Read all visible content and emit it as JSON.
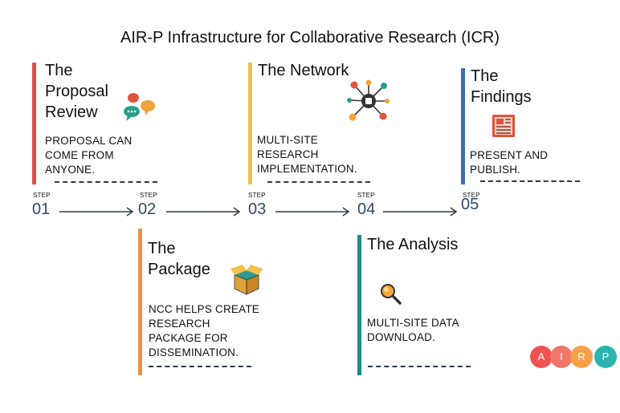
{
  "title": "AIR-P Infrastructure for Collaborative Research (ICR)",
  "steps": [
    {
      "label": "STEP",
      "number": "01",
      "heading_lines": [
        "The",
        "Proposal",
        "Review"
      ],
      "desc_lines": [
        "PROPOSAL CAN",
        "COME FROM",
        "ANYONE."
      ],
      "color": "#e05050",
      "icon": "chat-bubbles-icon"
    },
    {
      "label": "STEP",
      "number": "02",
      "heading_lines": [
        "The",
        "Package"
      ],
      "desc_lines": [
        "NCC HELPS CREATE",
        "RESEARCH",
        "PACKAGE FOR",
        "DISSEMINATION."
      ],
      "color": "#e8914a",
      "icon": "open-box-icon"
    },
    {
      "label": "STEP",
      "number": "03",
      "heading_lines": [
        "The Network"
      ],
      "desc_lines": [
        "MULTI-SITE",
        "RESEARCH",
        "IMPLEMENTATION."
      ],
      "color": "#f2c14e",
      "icon": "network-hub-icon"
    },
    {
      "label": "STEP",
      "number": "04",
      "heading_lines": [
        "The Analysis"
      ],
      "desc_lines": [
        "MULTI-SITE DATA",
        "DOWNLOAD."
      ],
      "color": "#1f8a87",
      "icon": "magnifier-icon"
    },
    {
      "label": "STEP",
      "number": "05",
      "heading_lines": [
        "The",
        "Findings"
      ],
      "desc_lines": [
        "PRESENT AND",
        "PUBLISH."
      ],
      "color": "#3d6fb4",
      "icon": "newspaper-icon"
    }
  ],
  "logo": {
    "letters": [
      "A",
      "I",
      "R",
      "P"
    ],
    "colors": [
      "#ef5350",
      "#f0776a",
      "#f5a04a",
      "#2bb3b1"
    ]
  }
}
